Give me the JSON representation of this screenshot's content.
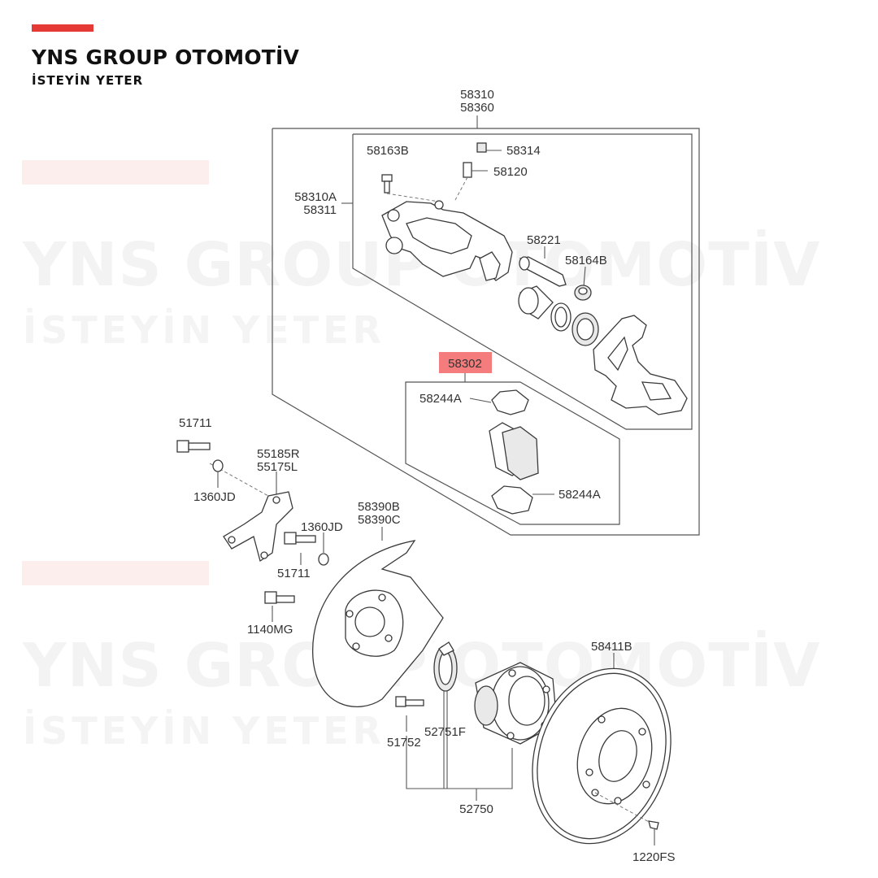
{
  "brand": {
    "title": "YNS GROUP OTOMOTİV",
    "subtitle": "İSTEYİN YETER",
    "accent_color": "#e53935"
  },
  "watermark": {
    "title": "YNS GROUP OTOMOTİV",
    "subtitle": "İSTEYİN YETER"
  },
  "diagram": {
    "highlight_color": "#f47c7c",
    "parts": {
      "p58310": "58310",
      "p58360": "58360",
      "p58163B": "58163B",
      "p58314": "58314",
      "p58120": "58120",
      "p58310A": "58310A",
      "p58311": "58311",
      "p58221": "58221",
      "p58164B": "58164B",
      "p58302": "58302",
      "p58244A_top": "58244A",
      "p58244A_bottom": "58244A",
      "p51711_top": "51711",
      "p55185R": "55185R",
      "p55175L": "55175L",
      "p1360JD_left": "1360JD",
      "p1360JD_mid": "1360JD",
      "p51711_mid": "51711",
      "p58390B": "58390B",
      "p58390C": "58390C",
      "p1140MG": "1140MG",
      "p58411B": "58411B",
      "p52751F": "52751F",
      "p51752": "51752",
      "p52750": "52750",
      "p1220FS": "1220FS"
    }
  }
}
